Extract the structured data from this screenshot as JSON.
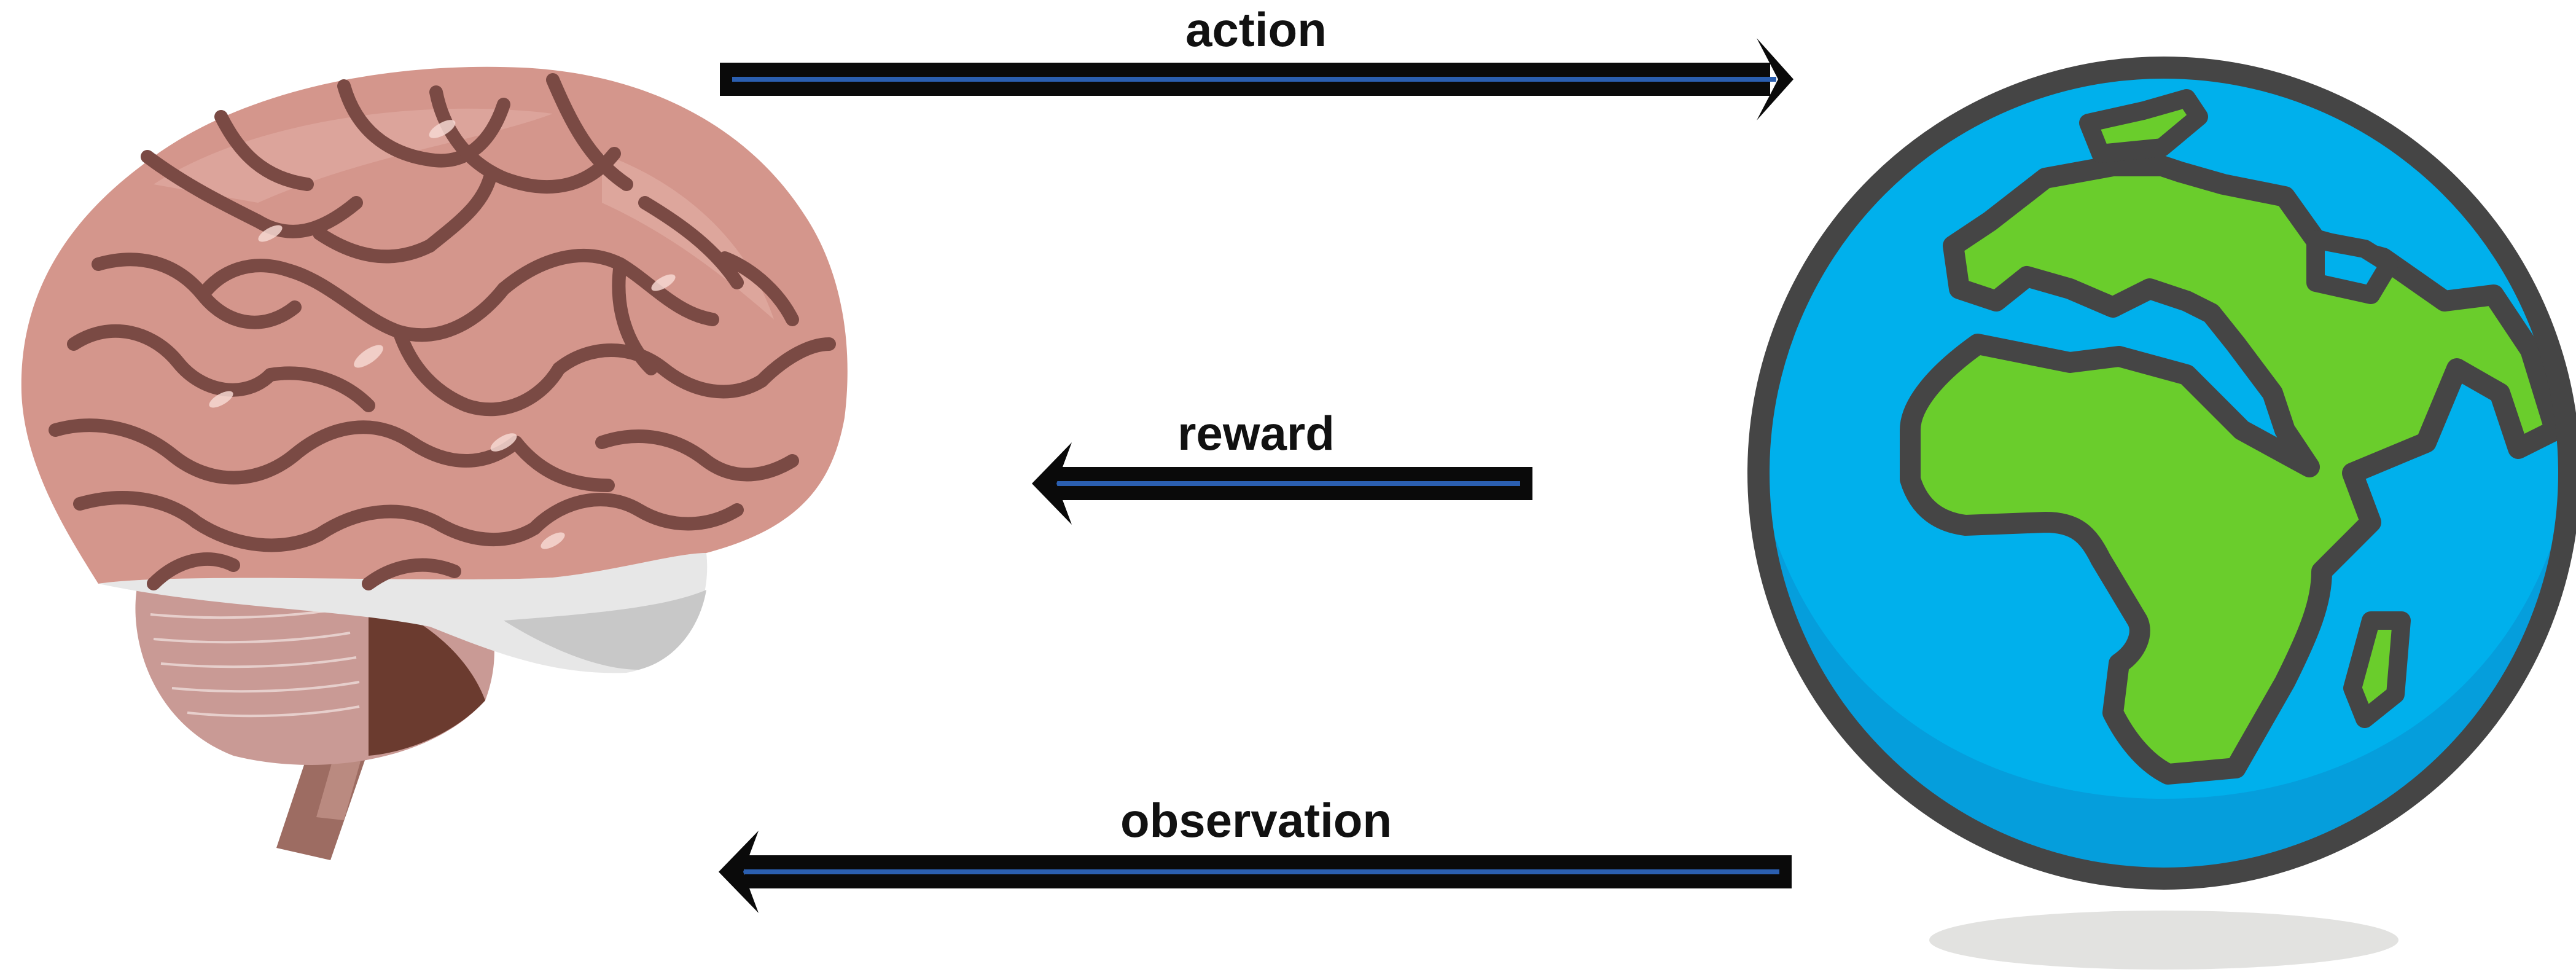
{
  "diagram": {
    "agent": {
      "icon": "brain-icon"
    },
    "environment": {
      "icon": "earth-globe-icon"
    },
    "arrows": {
      "action": {
        "label": "action",
        "direction": "agent-to-environment"
      },
      "reward": {
        "label": "reward",
        "direction": "environment-to-agent"
      },
      "observation": {
        "label": "observation",
        "direction": "environment-to-agent"
      }
    }
  },
  "colors": {
    "arrow_body": "#0a0a0a",
    "arrow_stripe": "#2b5fb0",
    "brain_pink": "#d4968c",
    "brain_fold": "#7a4a44",
    "cerebellum": "#c99a95",
    "globe_ocean": "#00b0ec",
    "globe_land": "#6acd2c",
    "globe_outline": "#454545",
    "shadow": "#e2e2e0"
  }
}
